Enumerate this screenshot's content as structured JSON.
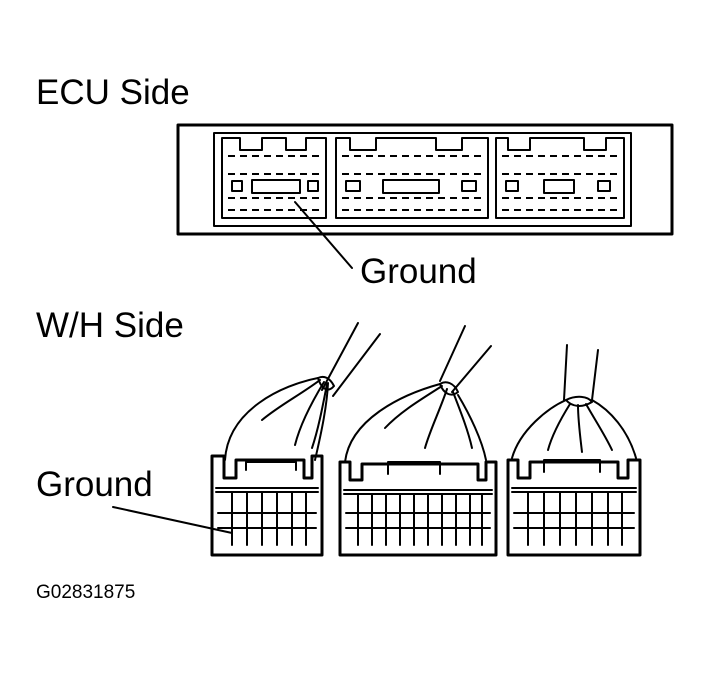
{
  "figure": {
    "ecu_side_label": "ECU Side",
    "ecu_ground_label": "Ground",
    "wh_side_label": "W/H Side",
    "wh_ground_label": "Ground",
    "figure_code": "G02831875"
  },
  "diagram": {
    "ecu_connector_count": 3,
    "wire_harness_connector_count": 3,
    "line_color": "#000000",
    "background_color": "#ffffff"
  }
}
